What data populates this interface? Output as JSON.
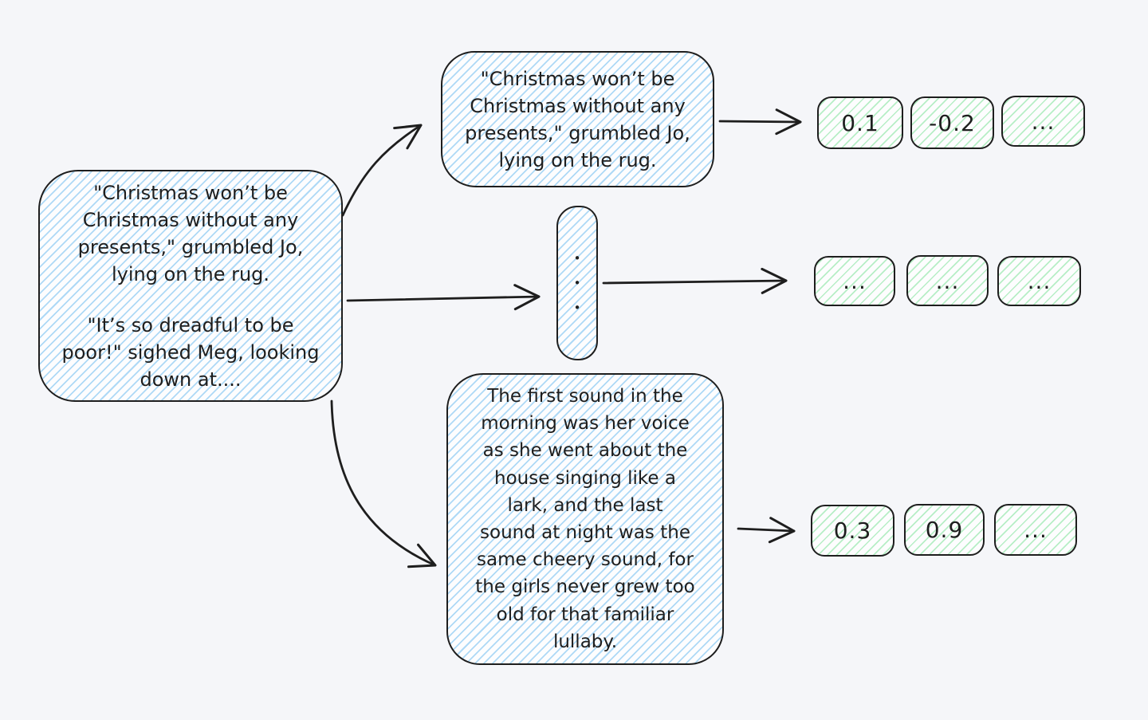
{
  "canvas": {
    "background": "#f5f6f9",
    "stroke_color": "#1e1e1e",
    "blue_hatch": "#aed9f6",
    "green_hatch": "#b7eec6",
    "box_fill": "#fdfdfe"
  },
  "source_box": {
    "paragraph1": "\"Christmas won’t be\nChristmas without any\npresents,\" grumbled Jo,\nlying on the rug.",
    "paragraph2": "\"It’s so dreadful to be\npoor!\" sighed Meg, looking\ndown at...."
  },
  "chunk1_box": {
    "text": "\"Christmas won’t be\nChristmas without any\npresents,\" grumbled Jo,\nlying on the rug."
  },
  "ellipsis_box": {
    "dots": [
      "•",
      "•",
      "•"
    ]
  },
  "chunk2_box": {
    "text": "The first sound in the\nmorning was her voice\nas she went about the\nhouse singing like a\nlark, and the last\nsound at night was the\nsame cheery sound, for\nthe girls never grew too\nold for that familiar\nlullaby."
  },
  "embedding_rows": [
    {
      "cells": [
        "0.1",
        "-0.2",
        "..."
      ]
    },
    {
      "cells": [
        "...",
        "...",
        "..."
      ]
    },
    {
      "cells": [
        "0.3",
        "0.9",
        "..."
      ]
    }
  ]
}
